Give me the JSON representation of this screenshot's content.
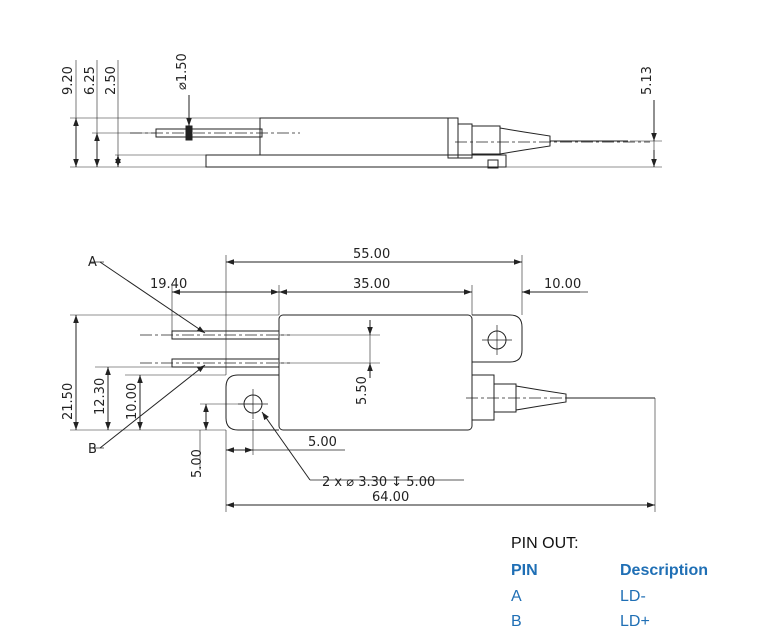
{
  "side_view": {
    "dims": {
      "h920": "9.20",
      "h625": "6.25",
      "h250": "2.50",
      "dia150": "⌀1.50",
      "h513": "5.13"
    }
  },
  "top_view": {
    "label_a": "A",
    "label_b": "B",
    "dims": {
      "overall": "55.00",
      "body": "35.00",
      "pin_offset": "19.40",
      "fiber": "10.00",
      "height_total": "21.50",
      "h1230": "12.30",
      "h1000": "10.00",
      "h550": "5.50",
      "hole_x": "5.00",
      "hole_y": "5.00",
      "holes": "2 x ⌀ 3.30 ↧ 5.00",
      "length": "64.00"
    }
  },
  "pin_out": {
    "title": "PIN OUT:",
    "headers": {
      "pin": "PIN",
      "description": "Description"
    },
    "rows": [
      {
        "pin": "A",
        "description": "LD-"
      },
      {
        "pin": "B",
        "description": "LD+"
      }
    ]
  }
}
